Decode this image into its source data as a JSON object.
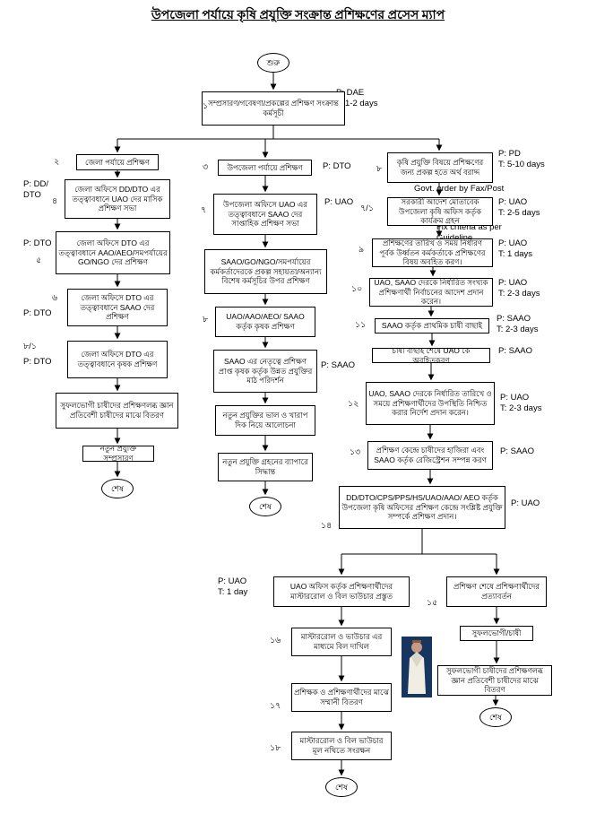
{
  "title": "উপজেলা পর্যায়ে কৃষি প্রযুক্তি সংক্রান্ত প্রশিক্ষণের  প্রসেস ম্যাপ",
  "terminals": {
    "start": "শুরু",
    "end": "শেষ"
  },
  "nodes": {
    "n1": {
      "num": "১",
      "label": "সম্প্রসারণ/গবেষণা/প্রকল্পের প্রশিক্ষণ সংক্রান্ত কর্মসূচী"
    },
    "n2": {
      "num": "২",
      "label": "জেলা পর্যায়ে প্রশিক্ষণ"
    },
    "n3": {
      "num": "৩",
      "label": "উপজেলা পর্যায়ে প্রশিক্ষণ"
    },
    "n4": {
      "num": "৪",
      "label": "জেলা অফিসে DD/DTO এর তত্ত্বাবধানে UAO দের মাসিক প্রশিক্ষণ সভা"
    },
    "n5": {
      "num": "৫",
      "label": "জেলা অফিসে DTO এর তত্ত্বাবধানে AAO/AEO/সমপর্যায়ের GO/NGO দের প্রশিক্ষণ"
    },
    "n6": {
      "num": "৬",
      "label": "জেলা অফিসে DTO এর তত্ত্বাবধানে SAAO দের প্রশিক্ষণ"
    },
    "n7l": {
      "num": "৮/১",
      "label": "জেলা অফিসে DTO এর তত্ত্বাবধানে কৃষক প্রশিক্ষণ"
    },
    "n8l": {
      "label": "সুফলভোগী চাষীদের প্রশিক্ষণলব্ধ জ্ঞান প্রতিবেশী চাষীদের মাঝে বিতরণ"
    },
    "n9l": {
      "label": "নতুন প্রযুক্তি সম্প্রসারণ"
    },
    "n7m": {
      "num": "৭",
      "label": "উপজেলা অফিসে UAO এর তত্ত্বাবধানে SAAO দের সাপ্তাহিক প্রশিক্ষণ সভা"
    },
    "nm2": {
      "label": "SAAO/GO/NGO/সমপর্যায়ের কর্মকর্তাদেরকে প্রকল্প সহায়তা/অন্যান্য বিশেষ কর্মসূচির উপর প্রশিক্ষণ"
    },
    "nm3": {
      "num": "৮",
      "label": "UAO/AAO/AEO/ SAAO কর্তৃক কৃষক প্রশিক্ষণ"
    },
    "nm4": {
      "label": "SAAO এর নেতৃত্বে  প্রশিক্ষণ প্রাপ্ত কৃষক কর্তৃক উন্নত প্রযুক্তির মাঠ পরিদর্শন"
    },
    "nm5": {
      "label": "নতুন প্রযুক্তির ভাল ও খারাপ দিক নিয়ে আলোচনা"
    },
    "nm6": {
      "label": "নতুন প্রযুক্তি গ্রহনের ব্যাপারে সিদ্ধান্ত"
    },
    "nr1": {
      "num": "৮",
      "label": "কৃষি প্রযুক্তি বিষয়ে প্রশিক্ষণের জন্য প্রকল্প হতে অর্থ বরাদ্দ"
    },
    "nr2": {
      "num": "৭/১",
      "label": "সরকারী আদেশ মোতাবেক উপজেলা কৃষি অফিস কর্তৃক কার্যক্রম গ্রহন"
    },
    "nr3": {
      "num": "৯",
      "label": "প্রশিক্ষণের তারিখ ও সময় নির্ধারণ পূর্বক উর্ধ্বতন কর্মকর্তাকে প্রশিক্ষণের বিষয় অবহিত করণ।"
    },
    "nr4": {
      "num": "১০",
      "label": "UAO, SAAO দেরকে নির্ধারিত সংখ্যক প্রশিক্ষণার্থী নির্বাচনের আদেশ প্রদান করেন।"
    },
    "nr5": {
      "num": "১১",
      "label": "SAAO কর্তৃক প্রাথমিক চাষী বাছাই"
    },
    "nr6": {
      "label": "চাষী বাছাই শেষে UAO কে অবহিতকরণ"
    },
    "nr7": {
      "num": "১২",
      "label": "UAO, SAAO দেরকে নির্ধারিত তারিখে ও সময়ে প্রশিক্ষণার্থীদের উপস্থিতি নিশ্চিত করার নির্দেশ প্রদান করেন।"
    },
    "nr8": {
      "num": "১৩",
      "label": "প্রশিক্ষণ কেন্দ্রে চাষীদের হাজিরা এবং SAAO কর্তৃক রেজিস্ট্রেশন সম্পন্ন করণ"
    },
    "nr9": {
      "num": "১৪",
      "label": "DD/DTO/CPS/PPS/HS/UAO/AAO/ AEO কর্তৃক উপজেলা কৃষি অফিসের প্রশিক্ষণ কেন্দ্রে সংশ্লিষ্ট প্রযুক্তি সম্পর্কে প্রশিক্ষণ প্রদান।"
    },
    "nb1": {
      "label": "UAO অফিস কর্তৃক প্রশিক্ষণার্থীদের মাস্টাররোল ও বিল ভাউচার প্রস্তুত"
    },
    "nb2": {
      "num": "১৫",
      "label": "প্রশিক্ষণ শেষে প্রশিক্ষণার্থীদের প্রত্যাবর্তন"
    },
    "nb3": {
      "num": "১৬",
      "label": "মাস্টাররোল ও ভাউচার এর মাধ্যমে বিল দাখিল"
    },
    "nb4": {
      "num": "১৭",
      "label": "প্রশিক্ষক ও প্রশিক্ষণার্থীদের মাঝে সম্মানী বিতরণ"
    },
    "nb5": {
      "num": "১৮",
      "label": "মাস্টাররোল ও বিল ভাউচার মূল নথিতে সংরক্ষন"
    },
    "nb6": {
      "label": "সুফলভোগী/চাষী"
    },
    "nb7": {
      "label": "সুফলভোগী চাষীদের প্রশিক্ষণলব্ধ জ্ঞান প্রতিবেশী চাষীদের মাঝে বিতরণ"
    }
  },
  "annotations": {
    "a1": "P: DAE\nT: 1-2 days",
    "a_n3": "P: DTO",
    "a_r1": "P: PD\nT: 5-10 days",
    "a_govt": "Govt. order by Fax/Post",
    "a_n4": "P: DD/\nDTO",
    "a_m7": "P: UAO",
    "a_r2": "P: UAO\nT: 2-5 days",
    "a_fix": "Fix criteria as per\nGuideline",
    "a_n5": "P: DTO",
    "a_r3": "P: UAO\nT: 1 days",
    "a_n6": "P: DTO",
    "a_r4": "P: UAO\nT: 2-3 days",
    "a_n7l": "P: DTO",
    "a_r5": "P: SAAO\nT: 2-3 days",
    "a_m4": "P: SAAO",
    "a_r6": "P: SAAO",
    "a_r7": "P: UAO\nT: 2-3 days",
    "a_r8": "P: SAAO",
    "a_r9": "P: UAO",
    "a_b1": "P: UAO\nT: 1 day"
  }
}
